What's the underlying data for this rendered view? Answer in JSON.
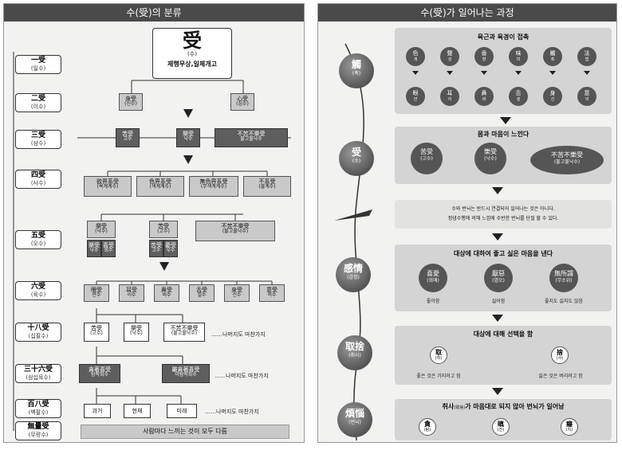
{
  "left": {
    "title": "수(受)의 분류",
    "top": {
      "glyph": "受",
      "reading": "(수)",
      "sub": "제행무상,일체개고"
    },
    "levels": [
      {
        "label": "一受",
        "reading": "(일수)"
      },
      {
        "label": "二受",
        "reading": "(이수)"
      },
      {
        "label": "三受",
        "reading": "(삼수)"
      },
      {
        "label": "四受",
        "reading": "(사수)"
      },
      {
        "label": "五受",
        "reading": "(오수)"
      },
      {
        "label": "六受",
        "reading": "(육수)"
      },
      {
        "label": "十八受",
        "reading": "(십팔수)"
      },
      {
        "label": "三十六受",
        "reading": "(삼십육수)"
      },
      {
        "label": "百八受",
        "reading": "(백팔수)"
      },
      {
        "label": "無量受",
        "reading": "(무량수)"
      }
    ],
    "two": [
      {
        "label": "身受",
        "reading": "(신수)"
      },
      {
        "label": "心受",
        "reading": "(심수)"
      }
    ],
    "three": [
      {
        "label": "苦受",
        "reading": "고수"
      },
      {
        "label": "樂受",
        "reading": "낙수"
      },
      {
        "label": "不苦不樂受",
        "reading": "불고불낙수"
      }
    ],
    "four": [
      {
        "label": "欲界系受",
        "reading": "(욕계계수)"
      },
      {
        "label": "色界系受",
        "reading": "(색계계수)"
      },
      {
        "label": "無色界系受",
        "reading": "(무색계계수)"
      },
      {
        "label": "不系受",
        "reading": "(불계수)"
      }
    ],
    "five": [
      {
        "label": "樂受",
        "reading": "(낙수)"
      },
      {
        "label": "苦受",
        "reading": "(고수)"
      },
      {
        "label": "不苦不樂受",
        "reading": "(불고불낙수)"
      }
    ],
    "five_sub": [
      {
        "label": "樂受",
        "reading": "낙수"
      },
      {
        "label": "喜受",
        "reading": "희수"
      },
      {
        "label": "苦受",
        "reading": "고수"
      },
      {
        "label": "憂受",
        "reading": "우수"
      }
    ],
    "six": [
      {
        "label": "眼受",
        "reading": "안수"
      },
      {
        "label": "耳受",
        "reading": "이수"
      },
      {
        "label": "鼻受",
        "reading": "비수"
      },
      {
        "label": "舌受",
        "reading": "설수"
      },
      {
        "label": "身受",
        "reading": "신수"
      },
      {
        "label": "意受",
        "reading": "의수"
      }
    ],
    "eighteen": [
      {
        "label": "苦受",
        "reading": "(고수)"
      },
      {
        "label": "樂受",
        "reading": "(낙수)"
      },
      {
        "label": "不苦不樂受",
        "reading": "(불고불낙수)"
      }
    ],
    "thirtysix": [
      {
        "label": "貪著喜受",
        "reading": "탐착희수"
      },
      {
        "label": "離貪著喜受",
        "reading": "이탐착희수"
      }
    ],
    "hundred": [
      "과거",
      "현재",
      "미래"
    ],
    "rest_note": "‥‥‥나머지도 마찬가지",
    "infinite": "사람마다 느끼는 것이 모두 다름"
  },
  "right": {
    "title": "수(受)가 일어나는 과정",
    "stages": [
      {
        "label": "觸",
        "reading": "(촉)"
      },
      {
        "label": "受",
        "reading": "(수)"
      },
      {
        "label": "感情",
        "reading": "(감정)"
      },
      {
        "label": "取捨",
        "reading": "(취사)"
      },
      {
        "label": "煩惱",
        "reading": "(번뇌)"
      }
    ],
    "s1": {
      "title": "육근과 육경이 접촉",
      "top": [
        {
          "label": "色",
          "reading": "색"
        },
        {
          "label": "聲",
          "reading": "성"
        },
        {
          "label": "香",
          "reading": "향"
        },
        {
          "label": "味",
          "reading": "미"
        },
        {
          "label": "觸",
          "reading": "촉"
        },
        {
          "label": "法",
          "reading": "법"
        }
      ],
      "bottom": [
        {
          "label": "眼",
          "reading": "안"
        },
        {
          "label": "耳",
          "reading": "이"
        },
        {
          "label": "鼻",
          "reading": "비"
        },
        {
          "label": "舌",
          "reading": "설"
        },
        {
          "label": "身",
          "reading": "신"
        },
        {
          "label": "意",
          "reading": "의"
        }
      ]
    },
    "s2": {
      "title": "몸과 마음이 느낀다",
      "items": [
        {
          "label": "苦受",
          "reading": "(고수)"
        },
        {
          "label": "樂受",
          "reading": "(낙수)"
        },
        {
          "label": "不苦不樂受",
          "reading": "(불고불낙수)"
        }
      ]
    },
    "s3": {
      "line1": "수와 번뇌는 반드시 연결되어 일어나는 것은 아니다.",
      "line2": "정념수행에 의해 느낌에 수반한 번뇌를 단절 할 수 있다."
    },
    "s4": {
      "title": "대상에 대하여 좋고 싫은 마음을 낸다",
      "items": [
        {
          "label": "喜愛",
          "reading": "(희애)",
          "caption": "좋아함"
        },
        {
          "label": "厭惡",
          "reading": "(염오)",
          "caption": "싫어함"
        },
        {
          "label": "無所謂",
          "reading": "(무소위)",
          "caption": "좋지도 싫지도 않음"
        }
      ]
    },
    "s5": {
      "title": "대상에 대해 선택을 함",
      "items": [
        {
          "label": "取",
          "reading": "(취)",
          "caption": "좋은 것은 가지려고 함"
        },
        {
          "label": "捨",
          "reading": "(사)",
          "caption": "싫은 것은 버리려고 함"
        }
      ]
    },
    "s6": {
      "title_a": "취사",
      "title_b": "(取捨)",
      "title_c": "가 마음대로 되지 않아 번뇌가 일어남",
      "items": [
        {
          "label": "貪",
          "reading": "(탐)"
        },
        {
          "label": "瞋",
          "reading": "(진)"
        },
        {
          "label": "癡",
          "reading": "(치)"
        }
      ]
    }
  }
}
